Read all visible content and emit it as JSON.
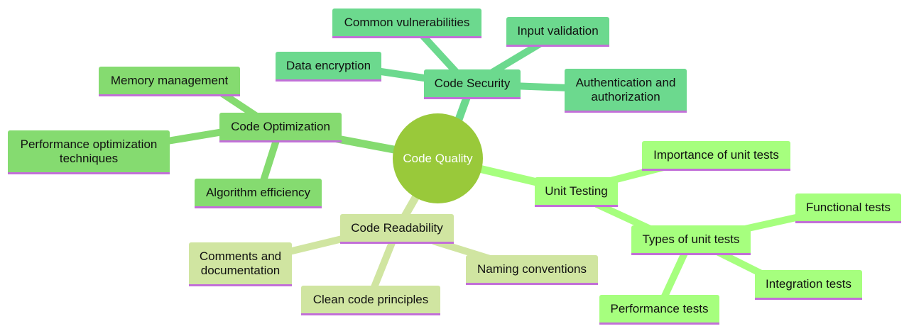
{
  "root": {
    "label": "Code Quality"
  },
  "colors": {
    "security": "#6cd98e",
    "optimization": "#85db70",
    "readability": "#d0e5a1",
    "testing": "#a6ff7e",
    "root": "#99c93a",
    "underline": "#c26fd8"
  },
  "branches": {
    "security": {
      "label": "Code Security",
      "children": [
        "Common vulnerabilities",
        "Input validation",
        "Data encryption",
        "Authentication and\nauthorization"
      ]
    },
    "optimization": {
      "label": "Code Optimization",
      "children": [
        "Memory management",
        "Performance optimization\ntechniques",
        "Algorithm efficiency"
      ]
    },
    "readability": {
      "label": "Code Readability",
      "children": [
        "Comments and\ndocumentation",
        "Clean code principles",
        "Naming conventions"
      ]
    },
    "testing": {
      "label": "Unit Testing",
      "children": [
        "Importance of unit tests",
        "Types of unit tests"
      ],
      "types": {
        "children": [
          "Functional tests",
          "Integration tests",
          "Performance tests"
        ]
      }
    }
  }
}
